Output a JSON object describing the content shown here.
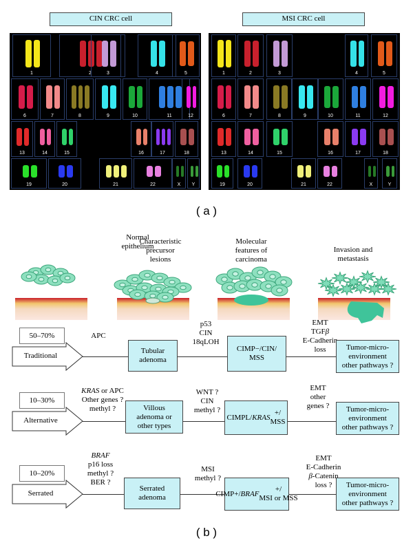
{
  "panel_a": {
    "cin_header": "CIN CRC cell",
    "msi_header": "MSI CRC cell",
    "label": "( a )",
    "chromosome_labels": [
      "1",
      "2",
      "3",
      "4",
      "5",
      "6",
      "7",
      "8",
      "9",
      "10",
      "11",
      "12",
      "13",
      "14",
      "15",
      "16",
      "17",
      "18",
      "19",
      "20",
      "21",
      "22",
      "X",
      "Y"
    ]
  },
  "panel_b": {
    "label": "( b )",
    "stages": {
      "normal": "Normal\nepithelium",
      "precursor": "Characteristic\nprecursor\nlesions",
      "molecular": "Molecular\nfeatures of\ncarcinoma",
      "invasion": "Invasion and\nmetastasis"
    },
    "pathways": [
      {
        "percent": "50–70%",
        "name": "Traditional",
        "event1": "APC",
        "lesion": "Tubular\nadenoma",
        "event2": "p53\nCIN\n18qLOH",
        "carcinoma": "CIMP−/CIN/\nMSS",
        "event3": "EMT\nTGFβ\nE-Cadherin\nloss",
        "invasion": "Tumor-micro-\nenvironment\nother pathways ?"
      },
      {
        "percent": "10–30%",
        "name": "Alternative",
        "event1": "KRAS or APC\nOther genes ?\nmethyl ?",
        "lesion": "Villous\nadenoma or\nother types",
        "event2": "WNT ?\nCIN\nmethyl ?",
        "carcinoma": "CIMPL/KRAS+/\nMSS",
        "event3": "EMT\nother\ngenes ?",
        "invasion": "Tumor-micro-\nenvironment\nother pathways ?"
      },
      {
        "percent": "10–20%",
        "name": "Serrated",
        "event1": "BRAF\np16 loss\nmethyl ?\nBER ?",
        "lesion": "Serrated\nadenoma",
        "event2": "MSI\nmethyl ?",
        "carcinoma": "CIMP+/BRAF+/\nMSI or MSS",
        "event3": "EMT\nE-Cadherin\nβ-Catenin\nloss ?",
        "invasion": "Tumor-micro-\nenvironment\nother pathways ?"
      }
    ]
  }
}
